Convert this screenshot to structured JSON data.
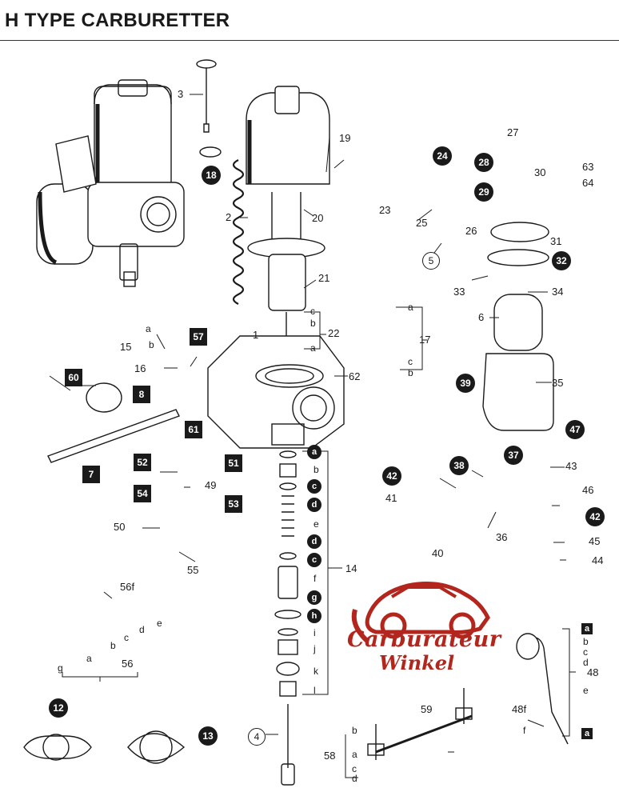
{
  "title": "H TYPE CARBURETTER",
  "labels": {
    "l2": "2",
    "l3": "3",
    "l4": "4",
    "l5": "5",
    "l6": "6",
    "l7": "7",
    "l8": "8",
    "l12": "12",
    "l13": "13",
    "l14": "14",
    "l15": "15",
    "l16": "16",
    "l17": "17",
    "l18": "18",
    "l19": "19",
    "l20": "20",
    "l21": "21",
    "l22": "22",
    "l23": "23",
    "l24": "24",
    "l25": "25",
    "l26": "26",
    "l27": "27",
    "l28": "28",
    "l29": "29",
    "l30": "30",
    "l31": "31",
    "l32": "32",
    "l33": "33",
    "l34": "34",
    "l35": "35",
    "l36": "36",
    "l37": "37",
    "l38": "38",
    "l39": "39",
    "l40": "40",
    "l41": "41",
    "l42": "42",
    "l43": "43",
    "l44": "44",
    "l45": "45",
    "l46": "46",
    "l47": "47",
    "l48": "48",
    "l48f": "48f",
    "l49": "49",
    "l50": "50",
    "l51": "51",
    "l52": "52",
    "l53": "53",
    "l54": "54",
    "l55": "55",
    "l56": "56",
    "l56f": "56f",
    "l57": "57",
    "l58": "58",
    "l59": "59",
    "l60": "60",
    "l61": "61",
    "l62": "62",
    "l63": "63",
    "l64": "64",
    "l1": "1",
    "a": "a",
    "b": "b",
    "c": "c",
    "d": "d",
    "e": "e",
    "f": "f",
    "g": "g",
    "h": "h",
    "i": "i",
    "j": "j",
    "k": "k",
    "l": "l"
  },
  "logo": {
    "line1": "Carburateur",
    "line2": "Winkel",
    "color": "#b3261e"
  },
  "colors": {
    "ink": "#1a1a1a",
    "accent": "#b3261e"
  }
}
